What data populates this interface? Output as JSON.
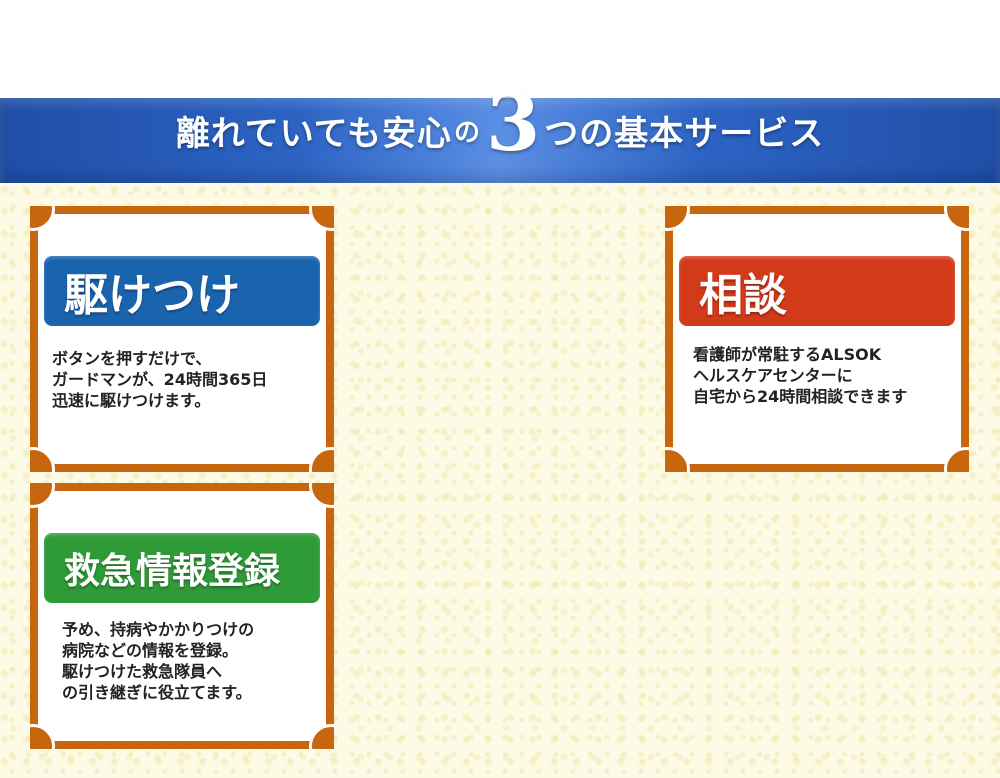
{
  "banner": {
    "title_pre": "離れていても安心",
    "title_no1": "の",
    "title_num": "3",
    "title_post": "つの基本サービス"
  },
  "cards": [
    {
      "title": "駆けつけ",
      "color": "#1a64ae",
      "lines": [
        "ボタンを押すだけで、",
        "ガードマンが、24時間365日",
        "迅速に駆けつけます。"
      ]
    },
    {
      "title": "相談",
      "color": "#d33a1a",
      "lines": [
        "看護師が常駐するALSOK",
        "ヘルスケアセンターに",
        "自宅から24時間相談できます"
      ]
    },
    {
      "title": "救急情報登録",
      "color": "#2f9a38",
      "lines": [
        "予め、持病やかかりつけの",
        "病院などの情報を登録。",
        "駆けつけた救急隊員へ",
        "の引き継ぎに役立てます。"
      ]
    }
  ],
  "colors": {
    "frame": "#c7660e",
    "banner": "#2d64c4"
  }
}
